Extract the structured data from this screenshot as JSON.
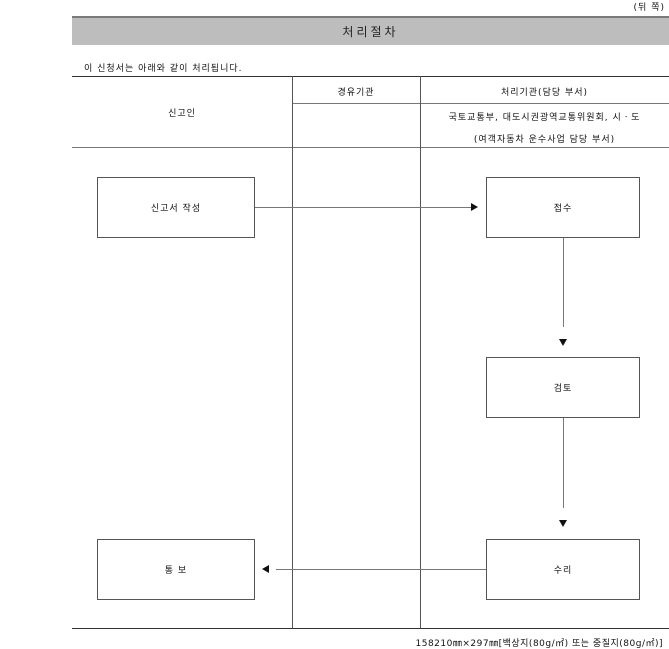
{
  "side_note": "(뒤 쪽)",
  "banner_title": "처리절차",
  "intro": "이 신청서는 아래와 같이 처리됩니다.",
  "headers": {
    "applicant": "신고인",
    "via_agency": "경유기관",
    "processing_agency": "처리기관(담당 부서)",
    "processing_agency_line1": "국토교통부, 대도시권광역교통위원회, 시ㆍ도",
    "processing_agency_line2": "(여객자동차 운수사업 담당 부서)"
  },
  "steps": {
    "write": "신고서 작성",
    "receive": "접수",
    "review": "검토",
    "accept": "수리",
    "notify": "통 보"
  },
  "footer": "158210㎜×297㎜[백상지(80g/㎡) 또는 중질지(80g/㎡)]"
}
